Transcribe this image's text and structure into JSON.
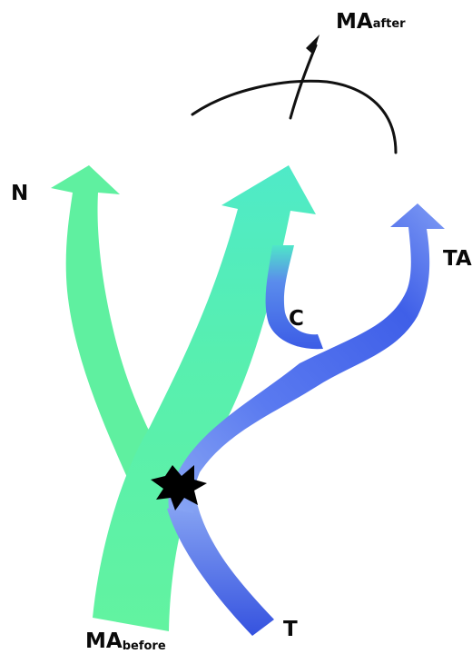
{
  "labels": {
    "n": "N",
    "c": "C",
    "ta": "TA",
    "t": "T",
    "ma_before_main": "MA",
    "ma_before_sub": "before",
    "ma_after_main": "MA",
    "ma_after_sub": "after"
  },
  "colors": {
    "green": "#5ff0a0",
    "teal": "#52ecc4",
    "blue_light": "#8aa7f4",
    "blue": "#4b6cf0",
    "blue_dark": "#3552df",
    "star": "#000000",
    "line": "#111111"
  }
}
